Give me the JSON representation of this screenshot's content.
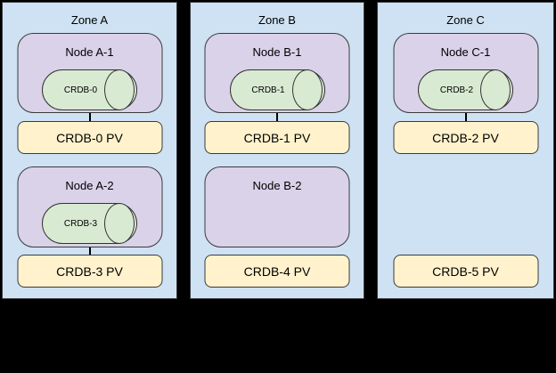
{
  "colors": {
    "background": "#000000",
    "zone_fill": "#cfe2f3",
    "node_fill": "#d9d2e9",
    "pod_fill": "#d9ead3",
    "pv_fill": "#fff2cc",
    "border": "#333333"
  },
  "zones": [
    {
      "label": "Zone A",
      "node1": {
        "label": "Node A-1",
        "pod": "CRDB-0"
      },
      "pv1": "CRDB-0 PV",
      "node2": {
        "label": "Node A-2",
        "pod": "CRDB-3"
      },
      "pv2": "CRDB-3 PV"
    },
    {
      "label": "Zone B",
      "node1": {
        "label": "Node B-1",
        "pod": "CRDB-1"
      },
      "pv1": "CRDB-1 PV",
      "node2": {
        "label": "Node B-2"
      },
      "pv2": "CRDB-4 PV"
    },
    {
      "label": "Zone C",
      "node1": {
        "label": "Node C-1",
        "pod": "CRDB-2"
      },
      "pv1": "CRDB-2 PV",
      "pv2": "CRDB-5 PV"
    }
  ]
}
